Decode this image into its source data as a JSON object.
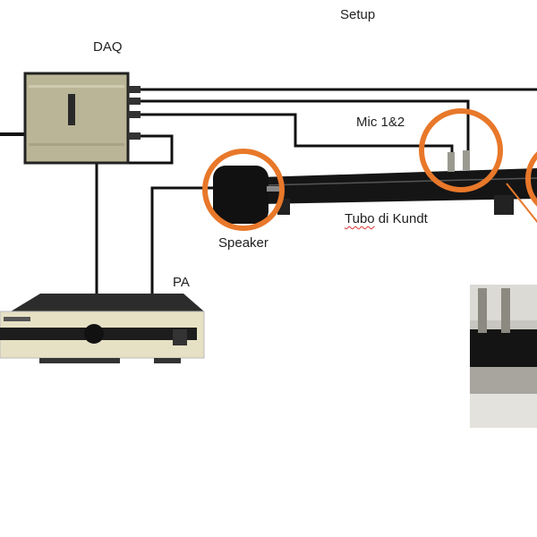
{
  "title": "Setup",
  "labels": {
    "daq": "DAQ",
    "mic": "Mic 1&2",
    "speaker": "Speaker",
    "tube_prefix": "Tubo",
    "tube_suffix": " di Kundt",
    "pa": "PA"
  },
  "colors": {
    "highlight": "#e8782a",
    "cable": "#111111",
    "daq_body": "#b9b596",
    "pa_front": "#e6e0c4"
  }
}
